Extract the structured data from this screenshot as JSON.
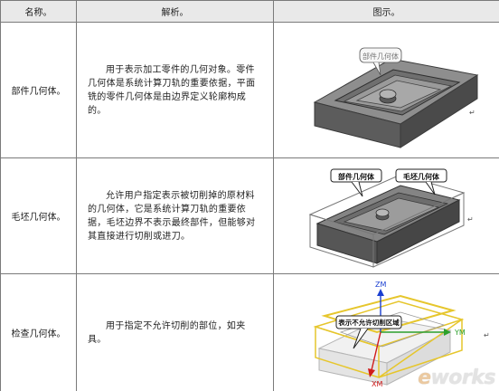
{
  "table": {
    "headers": [
      "名称。",
      "解析。",
      "图示。"
    ],
    "rows": [
      {
        "name": "部件几何体。",
        "desc": "用于表示加工零件的几何对象。零件几何体是系统计算刀轨的重要依据，平面铣的零件几何体是由边界定义轮廓构成的。",
        "callouts": [
          "部件几何体"
        ]
      },
      {
        "name": "毛坯几何体。",
        "desc": "允许用户指定表示被切削掉的原材料的几何体，它是系统计算刀轨的重要依据，毛坯边界不表示最终部件，但能够对其直接进行切削或进刀。",
        "callouts": [
          "部件几何体",
          "毛坯几何体"
        ]
      },
      {
        "name": "检查几何体。",
        "desc": "用于指定不允许切削的部位，如夹具。",
        "callouts": [
          "表示不允许切削区域"
        ],
        "axes": {
          "z": "ZM",
          "y": "YM",
          "x": "XM"
        }
      }
    ]
  },
  "watermark": {
    "prefix": "e",
    "rest": "works"
  },
  "colors": {
    "header_bg": "#e9e9e9",
    "part_dark": "#5a5a5a",
    "part_top": "#8d8d8d",
    "check_yellow": "#e6c62c",
    "axis_blue": "#1a3fd1",
    "axis_green": "#2ca02c",
    "axis_red": "#d01a1a"
  }
}
